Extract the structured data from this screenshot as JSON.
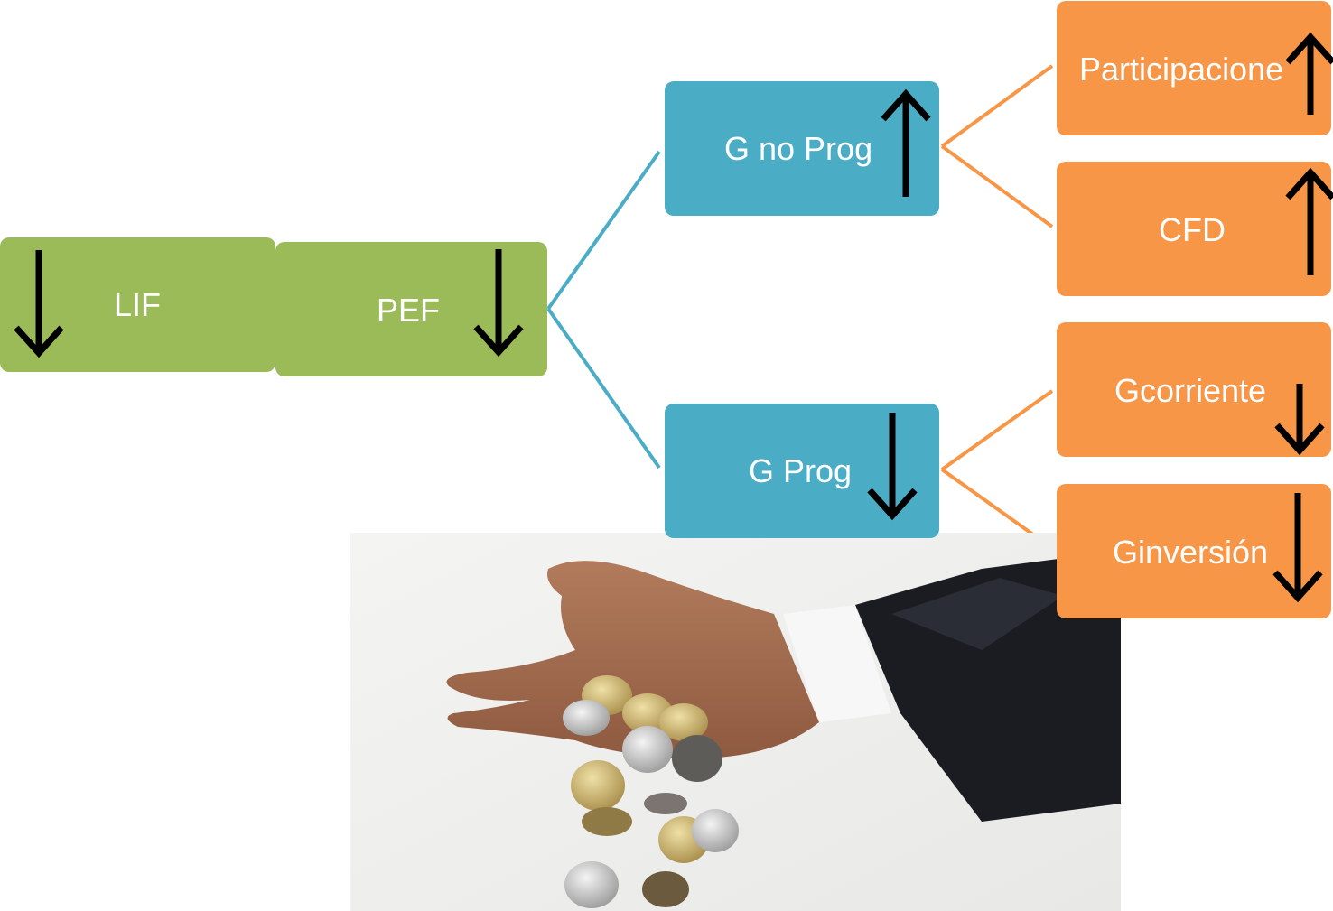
{
  "colors": {
    "root": "#9bbb59",
    "level2": "#4bacc6",
    "level3": "#f79646",
    "arrow": "#000000"
  },
  "nodes": {
    "lif": {
      "label": "LIF",
      "trend": "down"
    },
    "pef": {
      "label": "PEF",
      "trend": "down"
    },
    "g_no_prog": {
      "label": "G no Prog",
      "trend": "up"
    },
    "g_prog": {
      "label": "G Prog",
      "trend": "down"
    },
    "participaciones": {
      "label": "Participacione",
      "trend": "up"
    },
    "cfd": {
      "label": "CFD",
      "trend": "up"
    },
    "gcorriente": {
      "label": "Gcorriente",
      "trend": "down"
    },
    "ginversion": {
      "label": "Ginversión",
      "trend": "down"
    }
  },
  "image": {
    "subject": "hand in suit dropping euro coins",
    "icon": "hand-dropping-coins-photo"
  }
}
